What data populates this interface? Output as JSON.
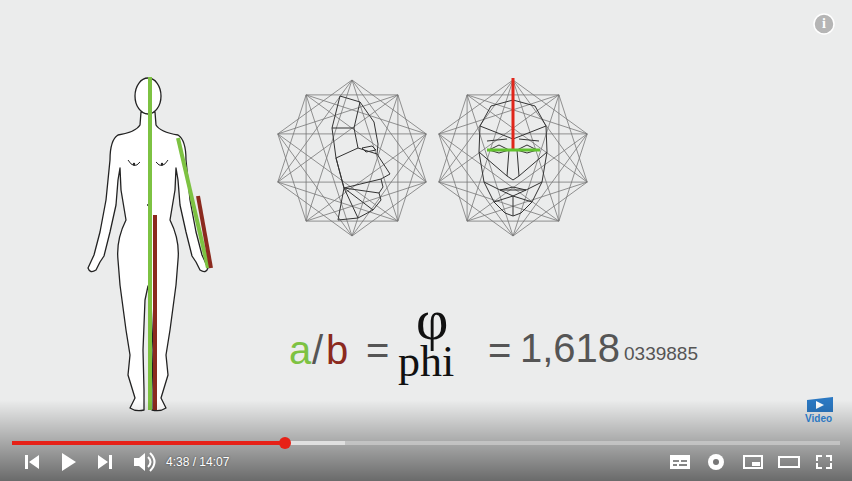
{
  "diagram": {
    "labels": [
      "a",
      "/",
      "b",
      "=",
      "φ",
      "phi",
      "=",
      "1,618",
      "0339885",
      "4:38 / 14:07",
      "i",
      "Video"
    ]
  }
}
